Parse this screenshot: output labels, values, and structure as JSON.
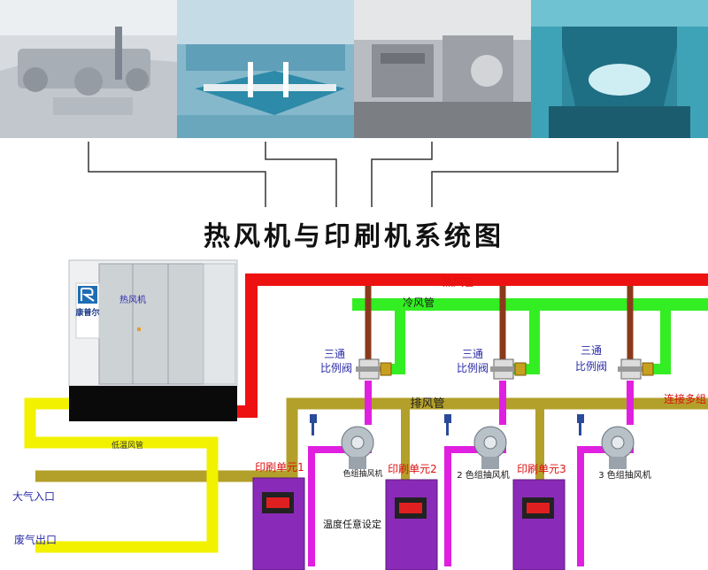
{
  "title": "热风机与印刷机系统图",
  "photos": [
    {
      "name": "photo-workshop-1"
    },
    {
      "name": "photo-workshop-2"
    },
    {
      "name": "photo-workshop-3"
    },
    {
      "name": "photo-workshop-4"
    }
  ],
  "diagram": {
    "heater": {
      "brand": "康普尔",
      "label": "热风机"
    },
    "pipes": {
      "hot_air": "热风管",
      "cold_air": "冷风管",
      "exhaust": "排风管",
      "low_temp": "低温风管"
    },
    "valve_label_line1": "三通",
    "valve_label_line2": "比例阀",
    "connect_more": "连接多组",
    "air_inlet": "大气入口",
    "waste_outlet": "废气出口",
    "temp_setting": "温度任意设定",
    "units": [
      {
        "label": "印刷单元1",
        "fan": "色组抽风机"
      },
      {
        "label": "印刷单元2",
        "fan": "2 色组抽风机"
      },
      {
        "label": "印刷单元3",
        "fan": "3 色组抽风机"
      }
    ],
    "colors": {
      "hot_pipe": "#ee1111",
      "cold_pipe": "#33ee22",
      "exhaust_pipe": "#b3a02a",
      "yellow_pipe": "#f2f200",
      "magenta_pipe": "#e020e0",
      "brown_pipe": "#8a3a1a",
      "unit_box": "#8a2ab8",
      "label_blue": "#2a2aa8",
      "label_red": "#dd1111"
    }
  }
}
